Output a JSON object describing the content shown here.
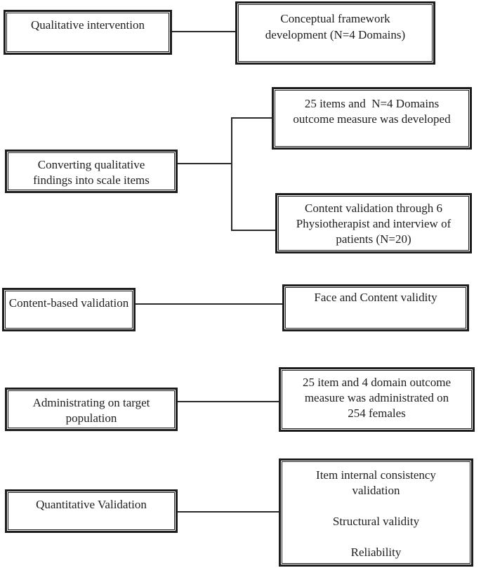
{
  "diagram": {
    "title": "Outcome measure development and validation flowchart",
    "background_color": "#ffffff",
    "box_border_color": "#1d1d1d",
    "connector_color": "#2a2a2a",
    "boxes": {
      "qualitative_intervention": {
        "text": "Qualitative intervention"
      },
      "conceptual_framework": {
        "text": "Conceptual framework\ndevelopment (N=4 Domains)"
      },
      "converting_qualitative": {
        "text": "Converting qualitative\nfindings into scale items"
      },
      "items_developed": {
        "text": "25 items and  N=4 Domains\noutcome measure was developed"
      },
      "content_validation": {
        "text": "Content validation through 6\nPhysiotherapist and interview of\npatients (N=20)"
      },
      "content_based_validation": {
        "text": "Content-based validation"
      },
      "face_content_validity": {
        "text": "Face and Content validity"
      },
      "administrating_target": {
        "text": "Administrating on target\npopulation"
      },
      "administered_females": {
        "text": "25 item and 4 domain outcome\nmeasure was administrated on\n254 females"
      },
      "quantitative_validation": {
        "text": "Quantitative Validation"
      },
      "quantitative_outcomes": {
        "text": "Item internal consistency\nvalidation\n\nStructural validity\n\nReliability"
      }
    }
  }
}
